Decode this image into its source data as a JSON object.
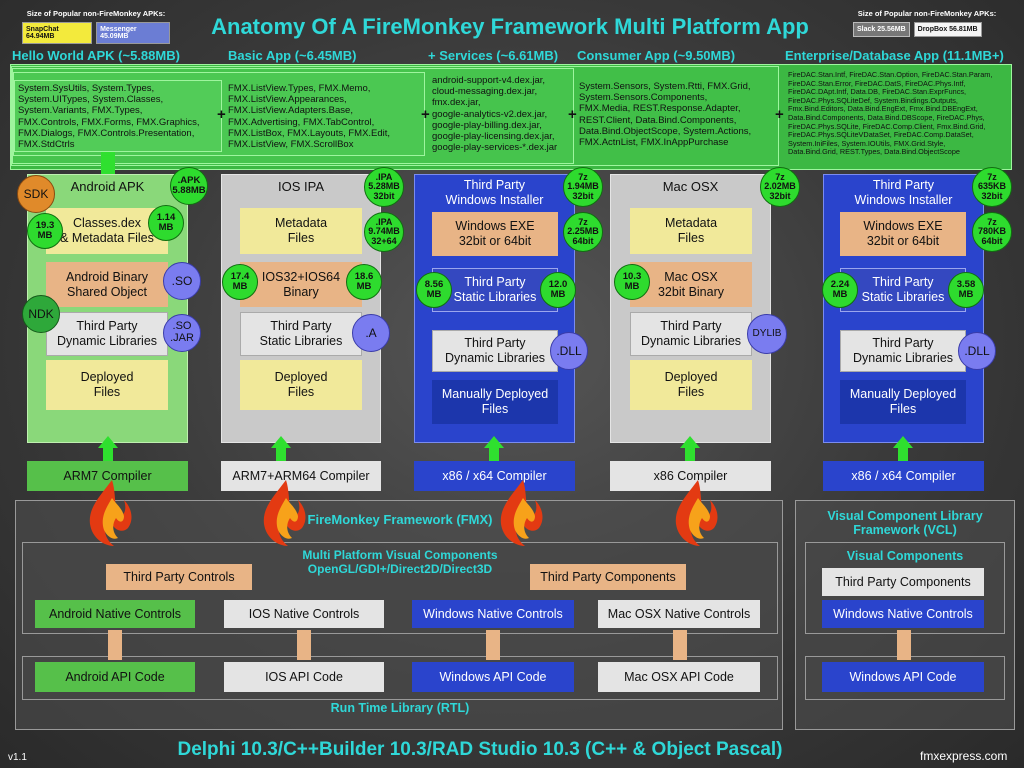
{
  "title": "Anatomy Of A FireMonkey Framework Multi Platform App",
  "left_popular": {
    "label": "Size of Popular non-FireMonkey APKs:",
    "items": [
      "SnapChat 64.94MB",
      "Messenger 45.09MB"
    ]
  },
  "right_popular": {
    "label": "Size of Popular non-FireMonkey APKs:",
    "items": [
      "Slack 25.56MB",
      "DropBox 56.81MB"
    ]
  },
  "tiers": [
    {
      "label": "Hello World APK (~5.88MB)",
      "libs": "System.SysUtils, System.Types,\nSystem.UITypes, System.Classes,\nSystem.Variants, FMX.Types,\nFMX.Controls, FMX.Forms, FMX.Graphics,\nFMX.Dialogs, FMX.Controls.Presentation,\nFMX.StdCtrls"
    },
    {
      "label": "Basic App (~6.45MB)",
      "libs": "FMX.ListView.Types, FMX.Memo,\nFMX.ListView.Appearances,\nFMX.ListView.Adapters.Base,\nFMX.Advertising, FMX.TabControl,\nFMX.ListBox, FMX.Layouts, FMX.Edit,\nFMX.ListView, FMX.ScrollBox"
    },
    {
      "label": "+ Services (~6.61MB)",
      "libs": "android-support-v4.dex.jar,\ncloud-messaging.dex.jar,\nfmx.dex.jar,\ngoogle-analytics-v2.dex.jar,\ngoogle-play-billing.dex.jar,\ngoogle-play-licensing.dex.jar,\ngoogle-play-services-*.dex.jar"
    },
    {
      "label": "Consumer App (~9.50MB)",
      "libs": "System.Sensors, System.Rtti, FMX.Grid,\nSystem.Sensors.Components,\nFMX.Media, REST.Response.Adapter,\nREST.Client, Data.Bind.Components,\nData.Bind.ObjectScope, System.Actions,\nFMX.ActnList, FMX.InAppPurchase"
    },
    {
      "label": "Enterprise/Database App (11.1MB+)",
      "libs": "FireDAC.Stan.Intf, FireDAC.Stan.Option, FireDAC.Stan.Param,\nFireDAC.Stan.Error, FireDAC.DatS, FireDAC.Phys.Intf,\nFireDAC.DApt.Intf, Data.DB, FireDAC.Stan.ExprFuncs,\nFireDAC.Phys.SQLiteDef, System.Bindings.Outputs,\nFmx.Bind.Editors, Data.Bind.EngExt, Fmx.Bind.DBEngExt,\nData.Bind.Components, Data.Bind.DBScope, FireDAC.Phys,\nFireDAC.Phys.SQLite, FireDAC.Comp.Client, Fmx.Bind.Grid,\nFireDAC.Phys.SQLiteVDataSet, FireDAC.Comp.DataSet,\nSystem.IniFiles, System.IOUtils, FMX.Grid.Style,\nData.Bind.Grid, REST.Types, Data.Bind.ObjectScope"
    }
  ],
  "columns": {
    "android": {
      "title": "Android APK",
      "classes": "Classes.dex\n& Metadata Files",
      "binary": "Android Binary\nShared Object",
      "dynamic": "Third Party\nDynamic Libraries",
      "deployed": "Deployed\nFiles",
      "sdk": "SDK",
      "ndk": "NDK",
      "apk_size": ".APK\n5.88MB",
      "classes_size": "1.14\nMB",
      "left_size": "19.3\nMB",
      "so": ".SO",
      "so_jar": ".SO\n.JAR",
      "compiler": "ARM7 Compiler"
    },
    "ios": {
      "title": "IOS IPA",
      "metadata": "Metadata\nFiles",
      "binary": "IOS32+IOS64\nBinary",
      "static": "Third Party\nStatic Libraries",
      "deployed": "Deployed\nFiles",
      "ipa32": ".IPA\n5.28MB\n32bit",
      "ipa64": ".IPA\n9.74MB\n32+64",
      "left_size": "17.4\nMB",
      "right_size": "18.6\nMB",
      "a": ".A",
      "compiler": "ARM7+ARM64 Compiler"
    },
    "win": {
      "title": "Third Party\nWindows Installer",
      "exe": "Windows EXE\n32bit or 64bit",
      "static": "Third Party\nStatic Libraries",
      "dynamic": "Third Party\nDynamic Libraries",
      "manual": "Manually Deployed\nFiles",
      "z1": "7z\n1.94MB\n32bit",
      "z2": "7z\n2.25MB\n64bit",
      "left_size": "8.56\nMB",
      "right_size": "12.0\nMB",
      "dll": ".DLL",
      "compiler": "x86 / x64 Compiler"
    },
    "mac": {
      "title": "Mac OSX",
      "metadata": "Metadata\nFiles",
      "binary": "Mac OSX\n32bit Binary",
      "dynamic": "Third Party\nDynamic Libraries",
      "deployed": "Deployed\nFiles",
      "z": "7z\n2.02MB\n32bit",
      "left_size": "10.3\nMB",
      "dylib": "DYLIB",
      "compiler": "x86 Compiler"
    },
    "vcl": {
      "title": "Third Party\nWindows Installer",
      "exe": "Windows EXE\n32bit or 64bit",
      "static": "Third Party\nStatic Libraries",
      "dynamic": "Third Party\nDynamic Libraries",
      "manual": "Manually Deployed\nFiles",
      "z1": "7z\n635KB\n32bit",
      "z2": "7z\n780KB\n64bit",
      "left_size": "2.24\nMB",
      "right_size": "3.58\nMB",
      "dll": ".DLL",
      "compiler": "x86 / x64 Compiler"
    }
  },
  "fmx": {
    "framework": "FireMonkey Framework (FMX)",
    "visual": "Multi Platform Visual Components\nOpenGL/GDI+/Direct2D/Direct3D",
    "third_party_controls": "Third Party Controls",
    "third_party_components": "Third Party Components",
    "native": [
      "Android Native Controls",
      "IOS Native Controls",
      "Windows Native Controls",
      "Mac OSX Native Controls"
    ],
    "api": [
      "Android API Code",
      "IOS API Code",
      "Windows API Code",
      "Mac OSX API Code"
    ]
  },
  "vcl_fw": {
    "framework": "Visual Component Library\nFramework (VCL)",
    "visual": "Visual Components",
    "third_party_components": "Third Party Components",
    "native": "Windows Native Controls",
    "api": "Windows API Code"
  },
  "rtl": "Run Time Library (RTL)",
  "footer": {
    "delphi": "Delphi 10.3/C++Builder 10.3/RAD Studio 10.3 (C++ & Object Pascal)",
    "version": "v1.1",
    "site": "fmxexpress.com"
  },
  "colors": {
    "accent": "#2fd8d8",
    "android": "#3cb843",
    "ios": "#c8c8c8",
    "win": "#2a44cc",
    "mac": "#c8c8c8",
    "green_circle": "#2edb2e",
    "blue_circle": "#7a7cf0",
    "binary": "#e8b486"
  }
}
